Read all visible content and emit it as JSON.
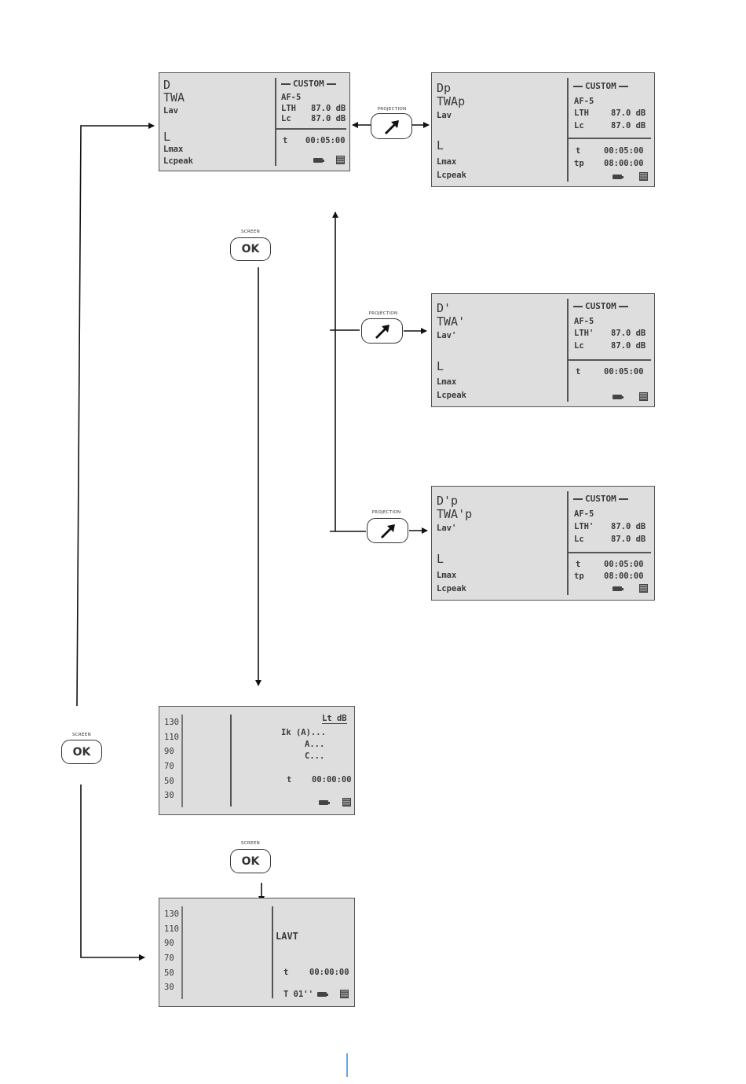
{
  "buttons": {
    "screen_caption": "SCREEN",
    "ok_label": "OK",
    "projection_caption": "PROJECTION"
  },
  "lcd_main": {
    "labels": [
      "D",
      "TWA",
      "Lav",
      "L",
      "Lmax",
      "Lcpeak"
    ],
    "header": "CUSTOM",
    "mode": "AF-5",
    "lth_label": "LTH",
    "lth_value": "87.0 dB",
    "lc_label": "Lc",
    "lc_value": "87.0 dB",
    "t_label": "t",
    "t_value": "00:05:00"
  },
  "lcd_proj1": {
    "labels": [
      "Dp",
      "TWAp",
      "Lav",
      "L",
      "Lmax",
      "Lcpeak"
    ],
    "header": "CUSTOM",
    "mode": "AF-5",
    "lth_label": "LTH",
    "lth_value": "87.0 dB",
    "lc_label": "Lc",
    "lc_value": "87.0 dB",
    "t_label": "t",
    "t_value": "00:05:00",
    "tp_label": "tp",
    "tp_value": "08:00:00"
  },
  "lcd_proj2": {
    "labels": [
      "D'",
      "TWA'",
      "Lav'",
      "L",
      "Lmax",
      "Lcpeak"
    ],
    "header": "CUSTOM",
    "mode": "AF-5",
    "lth_label": "LTH'",
    "lth_value": "87.0 dB",
    "lc_label": "Lc",
    "lc_value": "87.0 dB",
    "t_label": "t",
    "t_value": "00:05:00"
  },
  "lcd_proj3": {
    "labels": [
      "D'p",
      "TWA'p",
      "Lav'",
      "L",
      "Lmax",
      "Lcpeak"
    ],
    "header": "CUSTOM",
    "mode": "AF-5",
    "lth_label": "LTH'",
    "lth_value": "87.0 dB",
    "lc_label": "Lc",
    "lc_value": "87.0 dB",
    "t_label": "t",
    "t_value": "00:05:00",
    "tp_label": "tp",
    "tp_value": "08:00:00"
  },
  "lcd_graph1": {
    "scale": [
      "130",
      "110",
      "90",
      "70",
      "50",
      "30"
    ],
    "header": "Lt dB",
    "line1": "Ik (A)...",
    "line2": "A...",
    "line3": "C...",
    "t_label": "t",
    "t_value": "00:00:00"
  },
  "lcd_graph2": {
    "scale": [
      "130",
      "110",
      "90",
      "70",
      "50",
      "30"
    ],
    "label": "LAVT",
    "t_label": "t",
    "t_value": "00:00:00",
    "interval": "T 01''"
  }
}
